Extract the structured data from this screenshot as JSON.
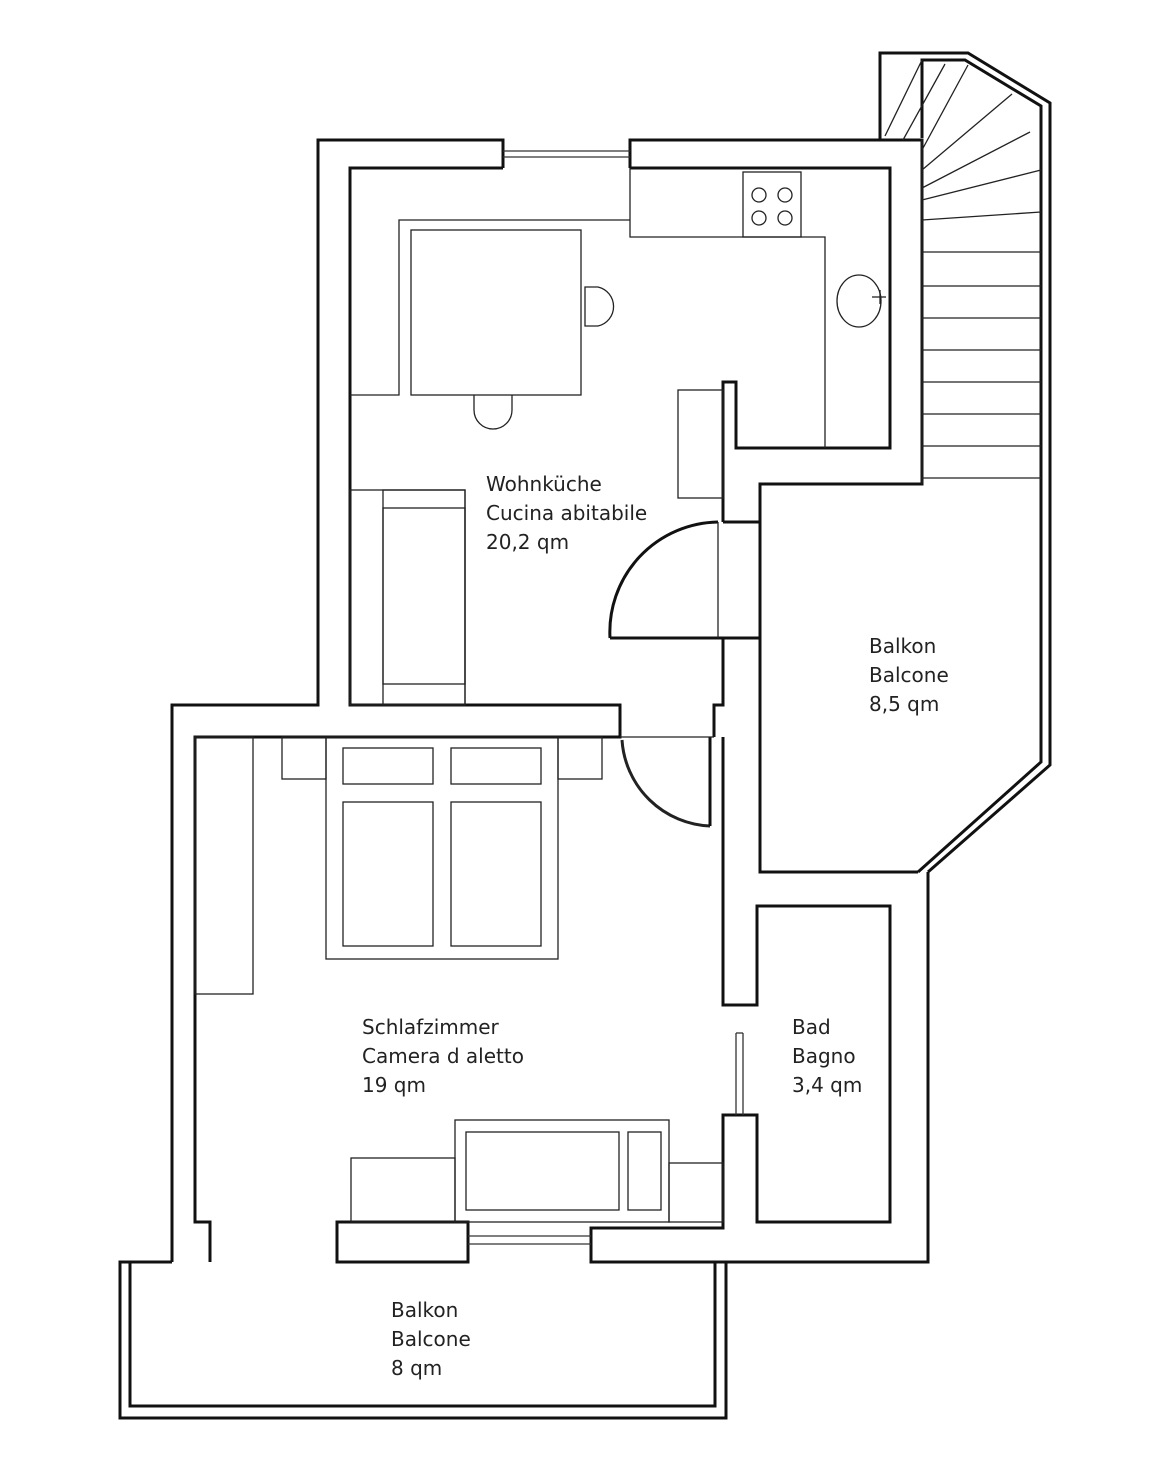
{
  "rooms": {
    "kitchen": {
      "name_de": "Wohnküche",
      "name_it": "Cucina abitabile",
      "area": "20,2 qm"
    },
    "balcony_right": {
      "name_de": "Balkon",
      "name_it": "Balcone",
      "area": "8,5 qm"
    },
    "bedroom": {
      "name_de": "Schlafzimmer",
      "name_it": "Camera d aletto",
      "area": "19 qm"
    },
    "bath": {
      "name_de": "Bad",
      "name_it": "Bagno",
      "area": "3,4 qm"
    },
    "balcony_bottom": {
      "name_de": "Balkon",
      "name_it": "Balcone",
      "area": "8 qm"
    }
  }
}
